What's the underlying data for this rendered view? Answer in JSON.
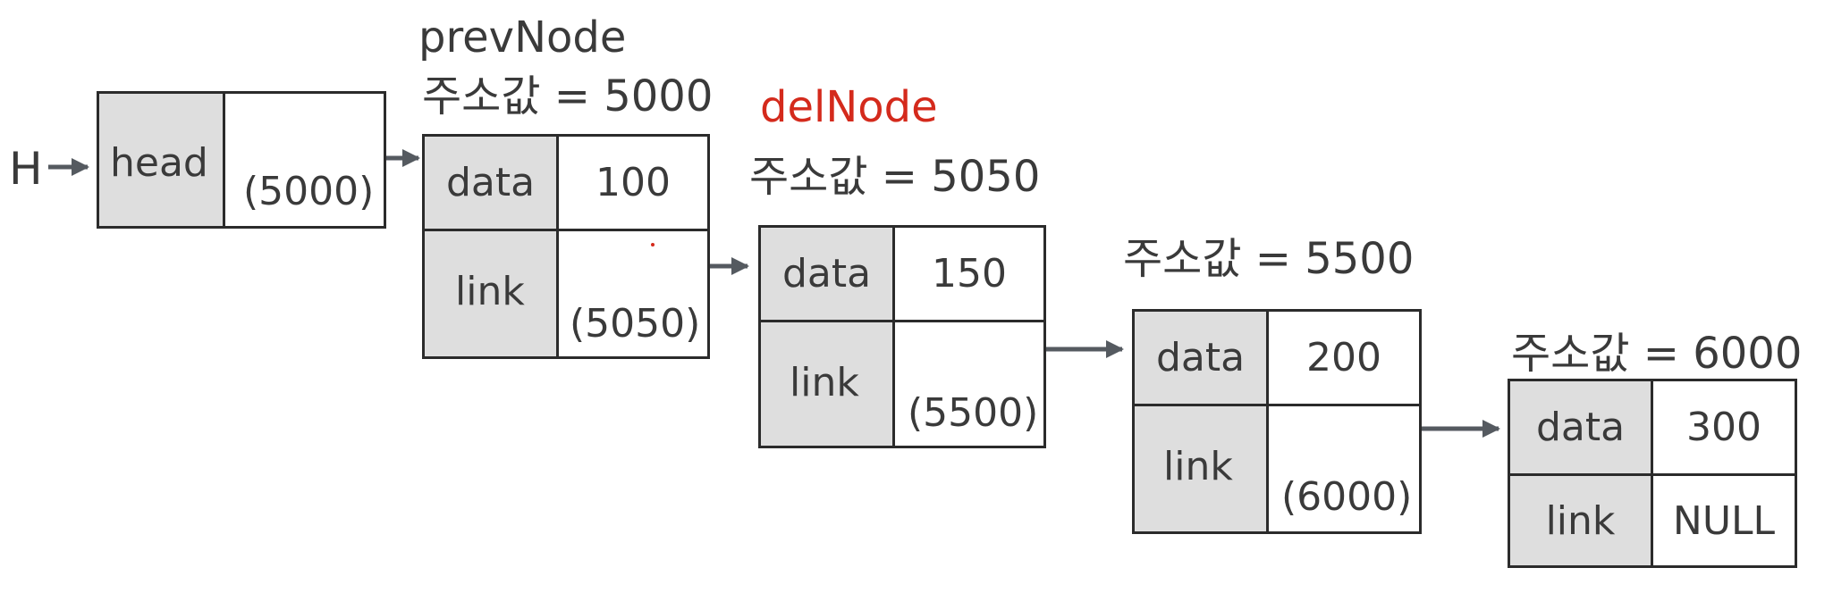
{
  "pointer_label": "H",
  "head_node": {
    "label": "head",
    "link": "(5000)"
  },
  "nodes": [
    {
      "title": "prevNode",
      "address": "주소값 = 5000",
      "data_label": "data",
      "data": "100",
      "link_label": "link",
      "link": "(5050)"
    },
    {
      "title": "delNode",
      "address": "주소값 = 5050",
      "data_label": "data",
      "data": "150",
      "link_label": "link",
      "link": "(5500)"
    },
    {
      "title": "",
      "address": "주소값 = 5500",
      "data_label": "data",
      "data": "200",
      "link_label": "link",
      "link": "(6000)"
    },
    {
      "title": "",
      "address": "주소값 = 6000",
      "data_label": "data",
      "data": "300",
      "link_label": "link",
      "link": "NULL"
    }
  ],
  "colors": {
    "highlight": "#d42a1c",
    "field_fill": "#dedede",
    "border": "#2b2b2b",
    "arrow": "#555a60"
  }
}
